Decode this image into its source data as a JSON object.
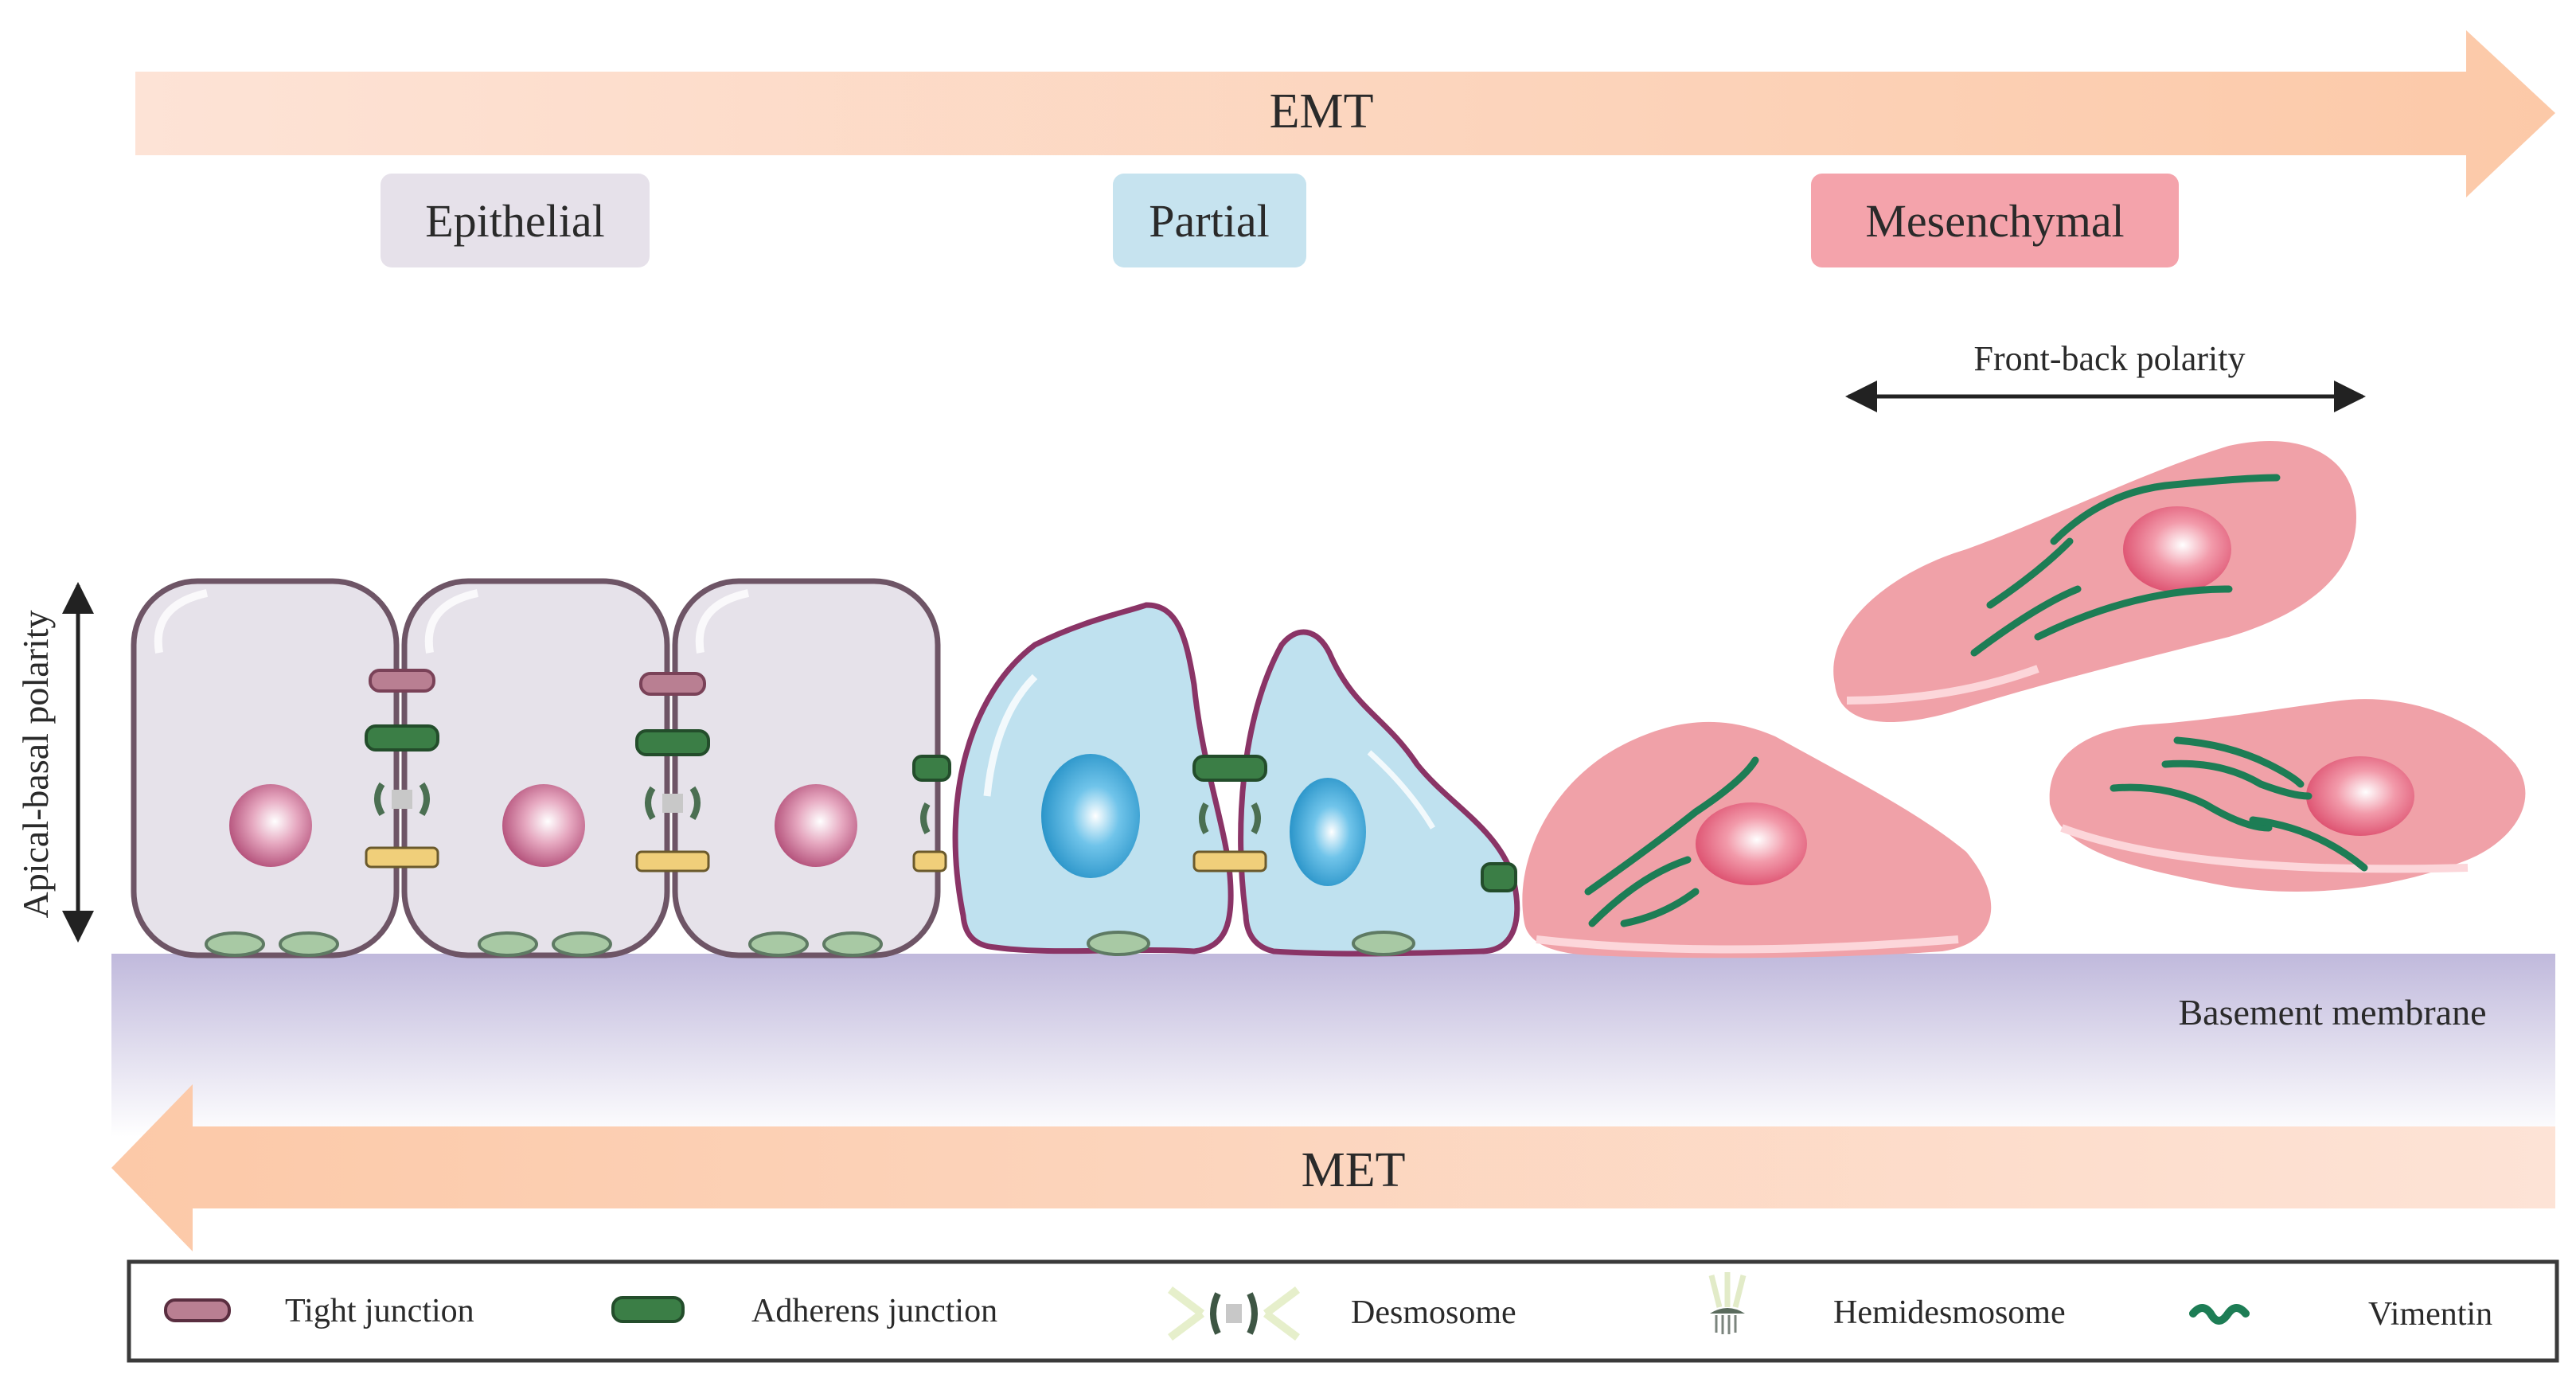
{
  "title": "EMT and MET transition diagram",
  "arrows": {
    "emt": {
      "label": "EMT",
      "direction": "right"
    },
    "met": {
      "label": "MET",
      "direction": "left"
    }
  },
  "states": [
    {
      "id": "epithelial",
      "label": "Epithelial",
      "color": "#e6e1ea"
    },
    {
      "id": "partial",
      "label": "Partial",
      "color": "#c6e3ef"
    },
    {
      "id": "mesenchymal",
      "label": "Mesenchymal",
      "color": "#f4a3ab"
    }
  ],
  "annotations": {
    "apical_basal": "Apical-basal polarity",
    "front_back": "Front-back polarity",
    "basement_membrane": "Basement membrane"
  },
  "cells": {
    "epithelial_count": 3,
    "partial_count": 2,
    "mesenchymal_count": 3
  },
  "colors": {
    "arrow_fill": "#fcd3b9",
    "epithelial_cell": "#e6e2ea",
    "epithelial_border": "#6e5566",
    "epithelial_nucleus": "#b5507a",
    "partial_cell": "#bfe1ef",
    "partial_border": "#8a3466",
    "partial_nucleus": "#2a9fd6",
    "mesenchymal_cell": "#f0a1a8",
    "mesenchymal_nucleus": "#e05876",
    "vimentin": "#1d7d55",
    "tight_junction": "#8f5468",
    "adherens_junction": "#2f6b3a",
    "desmosome": "#4b6f52",
    "hemidesmosome": "#5e7a63",
    "basement_membrane": "#c2bcdc"
  },
  "legend": [
    {
      "icon": "tight-junction-icon",
      "label": "Tight junction"
    },
    {
      "icon": "adherens-junction-icon",
      "label": "Adherens junction"
    },
    {
      "icon": "desmosome-icon",
      "label": "Desmosome"
    },
    {
      "icon": "hemidesmosome-icon",
      "label": "Hemidesmosome"
    },
    {
      "icon": "vimentin-icon",
      "label": "Vimentin"
    }
  ]
}
